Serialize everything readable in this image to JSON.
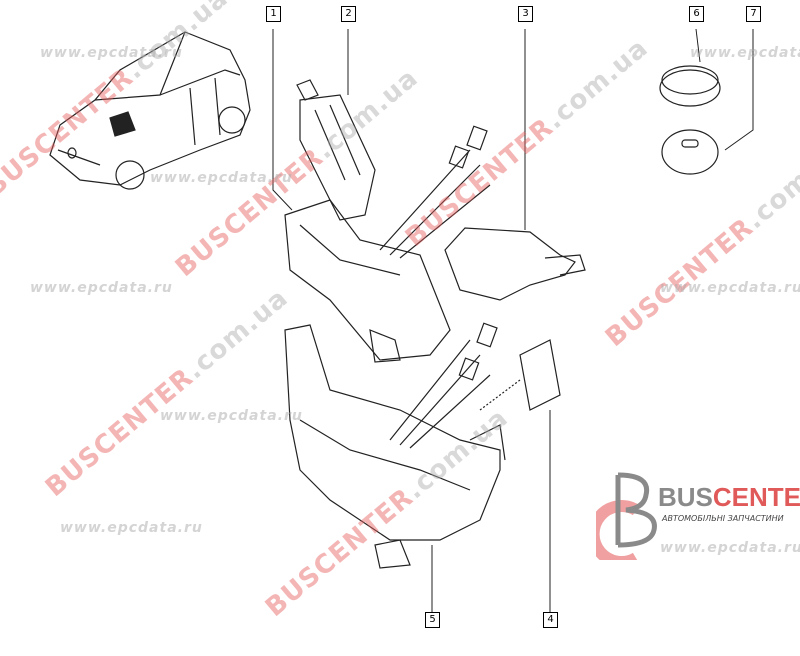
{
  "watermarks": {
    "brand_red": "BUSCENTER",
    "brand_gray": ".com.ua",
    "site": "www.epcdata.ru"
  },
  "callouts": [
    "1",
    "2",
    "3",
    "4",
    "5",
    "6",
    "7"
  ],
  "logo": {
    "bus": "BUS",
    "center": "CENTER",
    "tagline": "АВТОМОБІЛЬНІ ЗАПЧАСТИНИ"
  },
  "colors": {
    "brand_red": "#e05a5a",
    "brand_gray": "#8a8a8a"
  }
}
